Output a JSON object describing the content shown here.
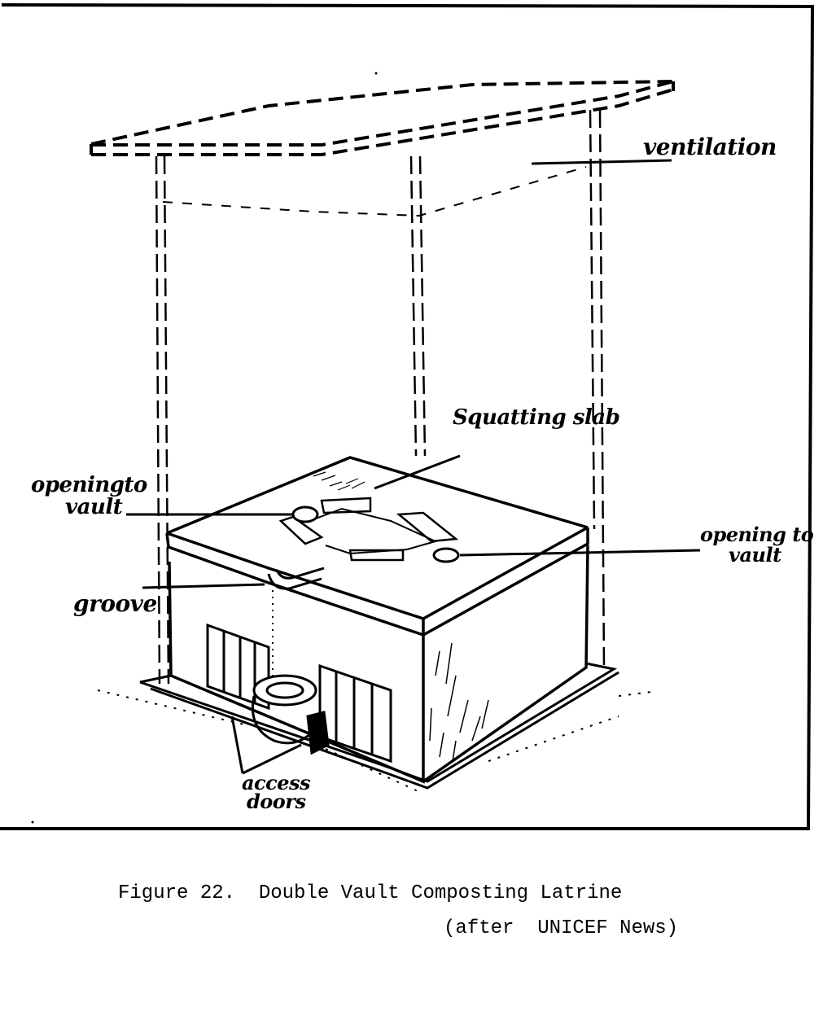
{
  "figure": {
    "labels": {
      "ventilation": "ventilation",
      "squatting_slab": "Squatting slab",
      "opening_left_line1": "openingto",
      "opening_left_line2": "vault",
      "opening_right_line1": "opening to",
      "opening_right_line2": "vault",
      "groove": "groove",
      "access_line1": "access",
      "access_line2": "doors"
    },
    "colors": {
      "ink": "#000000",
      "paper": "#ffffff"
    }
  },
  "caption": {
    "title": "Figure 22.  Double Vault Composting Latrine",
    "credit": "(after  UNICEF News)"
  }
}
